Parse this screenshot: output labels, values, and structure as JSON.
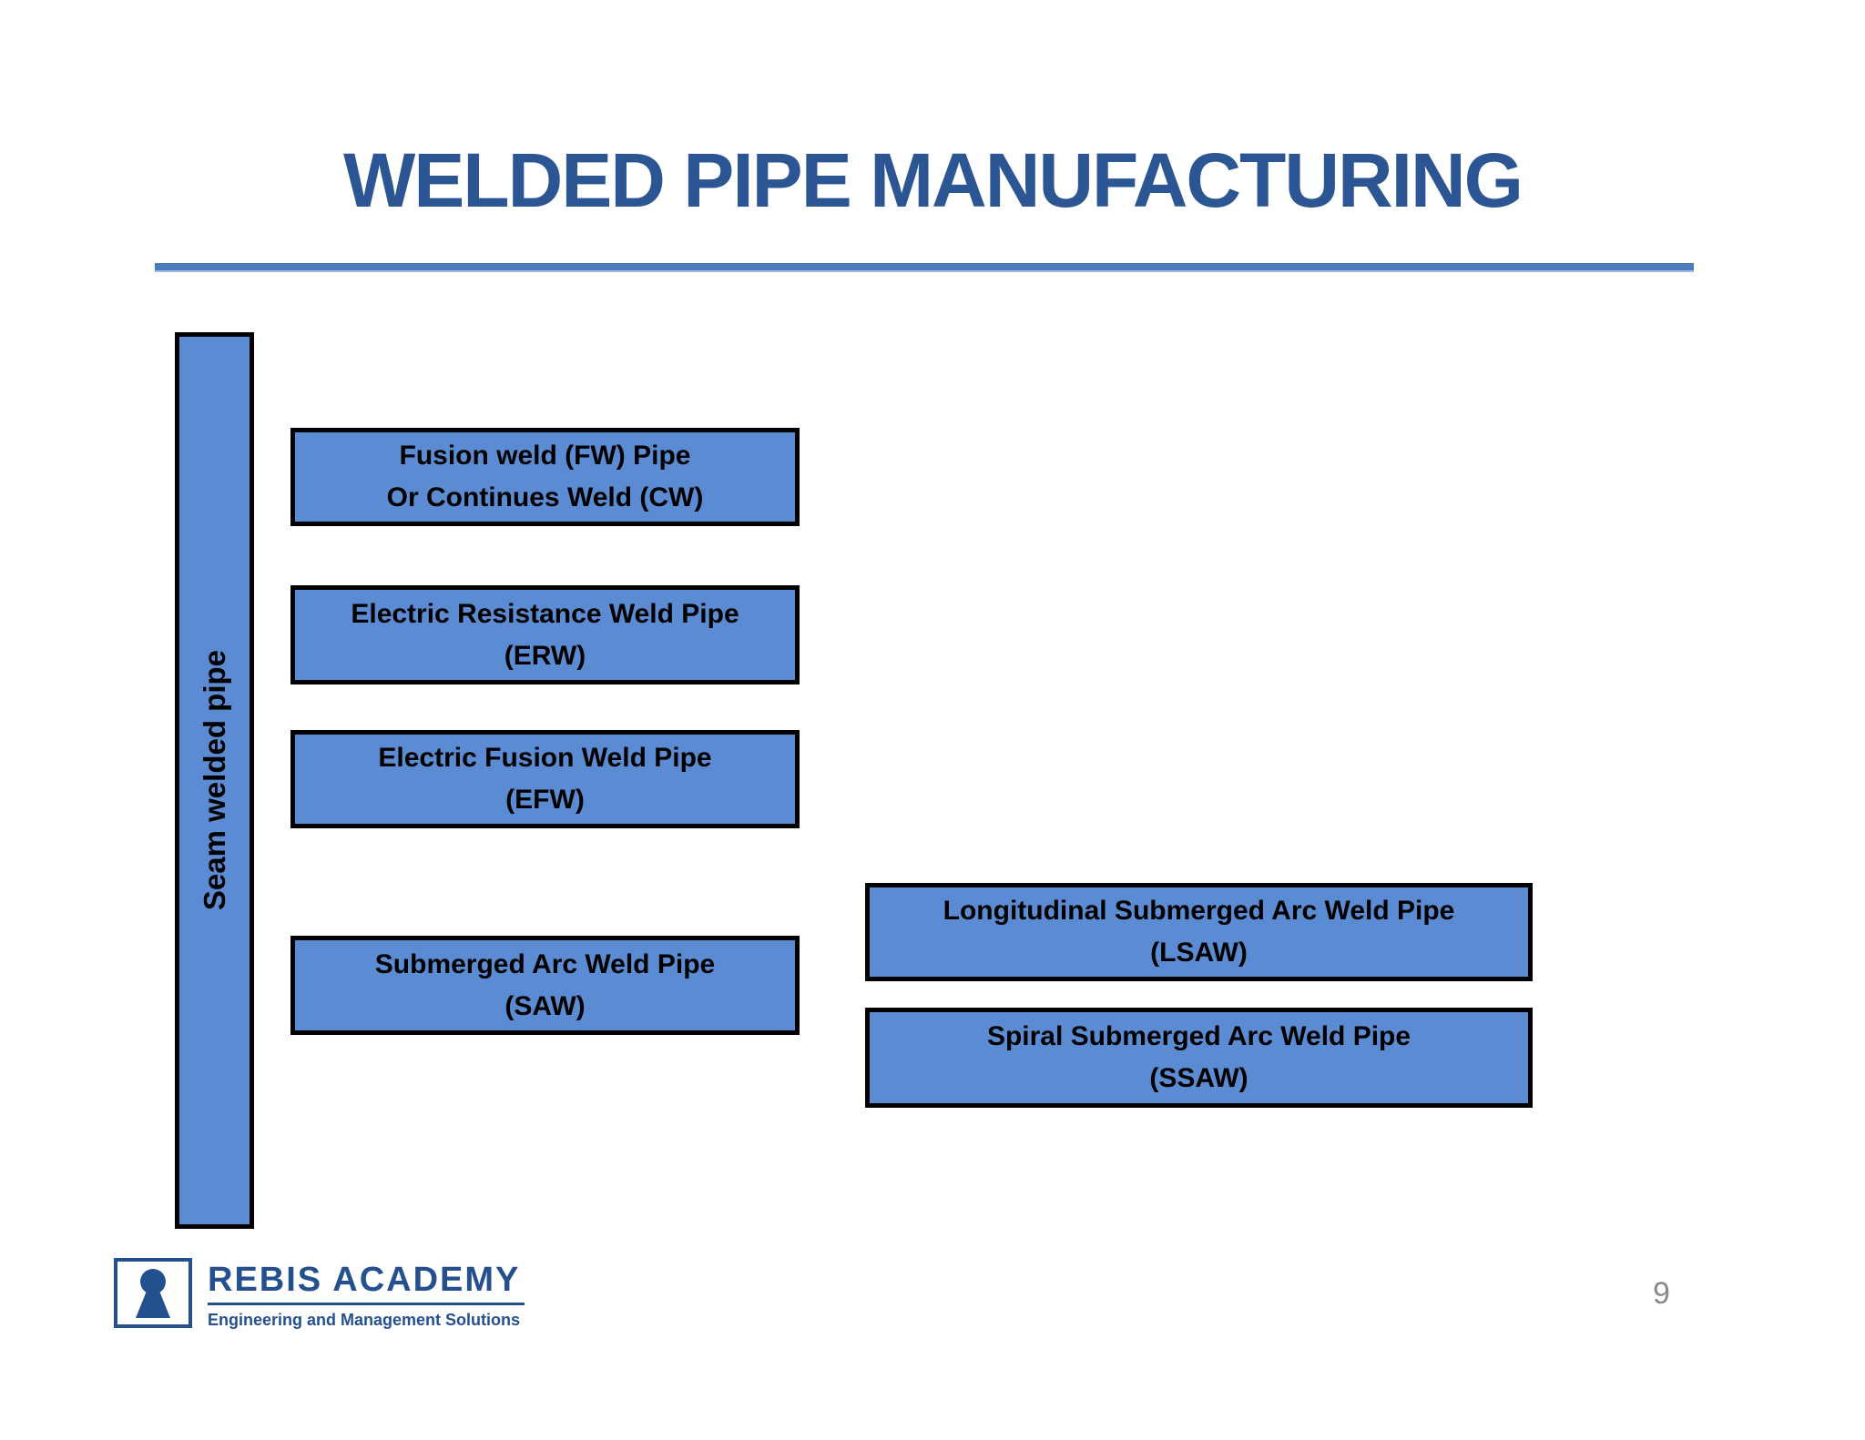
{
  "slide": {
    "title": "WELDED PIPE MANUFACTURING",
    "page_number": "9"
  },
  "colors": {
    "box_fill": "#5B8BD2",
    "box_border": "#000000",
    "title_text": "#2B5693",
    "title_rule": "#4A7CBE",
    "logo_navy": "#24508F",
    "page_number_gray": "#87898C"
  },
  "diagram": {
    "root_label": "Seam welded pipe",
    "boxes": [
      {
        "id": "fw",
        "line1": "Fusion weld (FW) Pipe",
        "line2": "Or Continues Weld (CW)"
      },
      {
        "id": "erw",
        "line1": "Electric Resistance Weld Pipe",
        "line2": "(ERW)"
      },
      {
        "id": "efw",
        "line1": "Electric Fusion Weld Pipe",
        "line2": "(EFW)"
      },
      {
        "id": "saw",
        "line1": "Submerged Arc Weld Pipe",
        "line2": "(SAW)"
      },
      {
        "id": "lsaw",
        "line1": "Longitudinal Submerged Arc Weld Pipe",
        "line2": "(LSAW)"
      },
      {
        "id": "ssaw",
        "line1": "Spiral Submerged Arc Weld Pipe",
        "line2": "(SSAW)"
      }
    ]
  },
  "footer": {
    "logo_icon": "keyhole-icon",
    "logo_title": "REBIS ACADEMY",
    "logo_subtitle": "Engineering and Management Solutions"
  }
}
